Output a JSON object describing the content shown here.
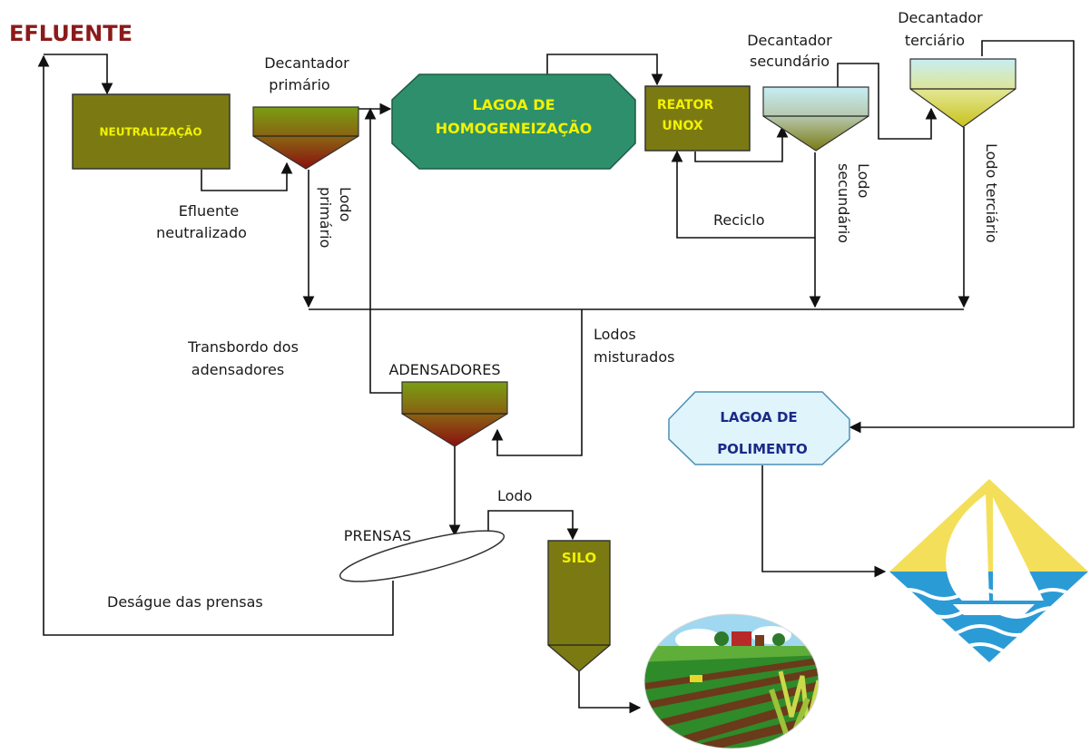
{
  "title": "EFLUENTE",
  "units": {
    "neutralizacao": "NEUTRALIZAÇÃO",
    "decantador_primario": [
      "Decantador",
      "primário"
    ],
    "lagoa_homogeneizacao": [
      "LAGOA DE",
      "HOMOGENEIZAÇÃO"
    ],
    "reator_unox": [
      "REATOR",
      "UNOX"
    ],
    "decantador_secundario": [
      "Decantador",
      "secundário"
    ],
    "decantador_terciario": [
      "Decantador",
      "terciário"
    ],
    "adensadores": "ADENSADORES",
    "prensas": "PRENSAS",
    "silo": "SILO",
    "lagoa_polimento": [
      "LAGOA DE",
      "POLIMENTO"
    ]
  },
  "labels": {
    "efluente_neutralizado": [
      "Efluente",
      "neutralizado"
    ],
    "lodo_primario": [
      "Lodo",
      "primário"
    ],
    "reciclo": "Reciclo",
    "lodo_secundario": [
      "Lodo",
      "secundário"
    ],
    "lodo_terciario": "Lodo terciário",
    "transbordo": [
      "Transbordo dos",
      "adensadores"
    ],
    "lodos_misturados": [
      "Lodos",
      "misturados"
    ],
    "lodo": "Lodo",
    "desague": "Deságue das prensas"
  },
  "colors": {
    "title": "#8b1a1a",
    "olive": "#7b7a12",
    "yellow_text": "#f2f200",
    "lagoa_green": "#2e8f6c",
    "sludge_top": "#7a9e12",
    "sludge_bottom": "#8b0f0f",
    "polimento_fill": "#dff4fb",
    "polimento_text": "#1a2a88"
  }
}
